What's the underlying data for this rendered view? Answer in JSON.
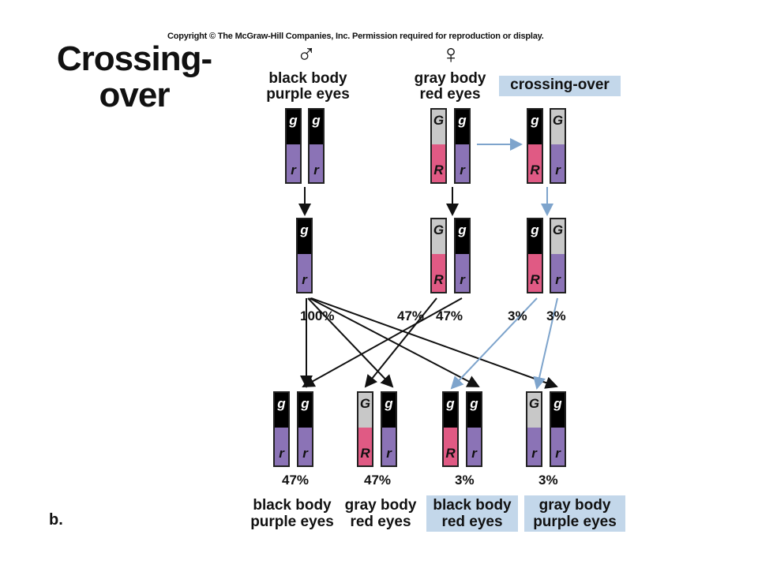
{
  "copyright": "Copyright © The McGraw-Hill Companies, Inc. Permission required for reproduction or display.",
  "title_line1": "Crossing-",
  "title_line2": "over",
  "parents": {
    "male": {
      "symbol": "♂",
      "line1": "black body",
      "line2": "purple eyes"
    },
    "female": {
      "symbol": "♀",
      "line1": "gray body",
      "line2": "red eyes"
    }
  },
  "crossing_label": "crossing-over",
  "percent_labels": {
    "male_gamete": "100%",
    "female_gamete_a": "47%",
    "female_gamete_b": "47%",
    "recomb_a": "3%",
    "recomb_b": "3%"
  },
  "offspring": [
    {
      "percent": "47%",
      "line1": "black body",
      "line2": "purple eyes"
    },
    {
      "percent": "47%",
      "line1": "gray body",
      "line2": "red eyes"
    },
    {
      "percent": "3%",
      "line1": "black body",
      "line2": "red eyes"
    },
    {
      "percent": "3%",
      "line1": "gray body",
      "line2": "purple eyes"
    }
  ],
  "alleles": {
    "g": "g",
    "G": "G",
    "r": "r",
    "R": "R"
  },
  "part_label": "b.",
  "colors": {
    "black_body": "#000000",
    "gray_body": "#c8c8c8",
    "purple_eyes": "#8b73b6",
    "red_eyes": "#e05a84",
    "highlight": "#c3d7ea",
    "blue_arrow": "#7ea4cc"
  }
}
